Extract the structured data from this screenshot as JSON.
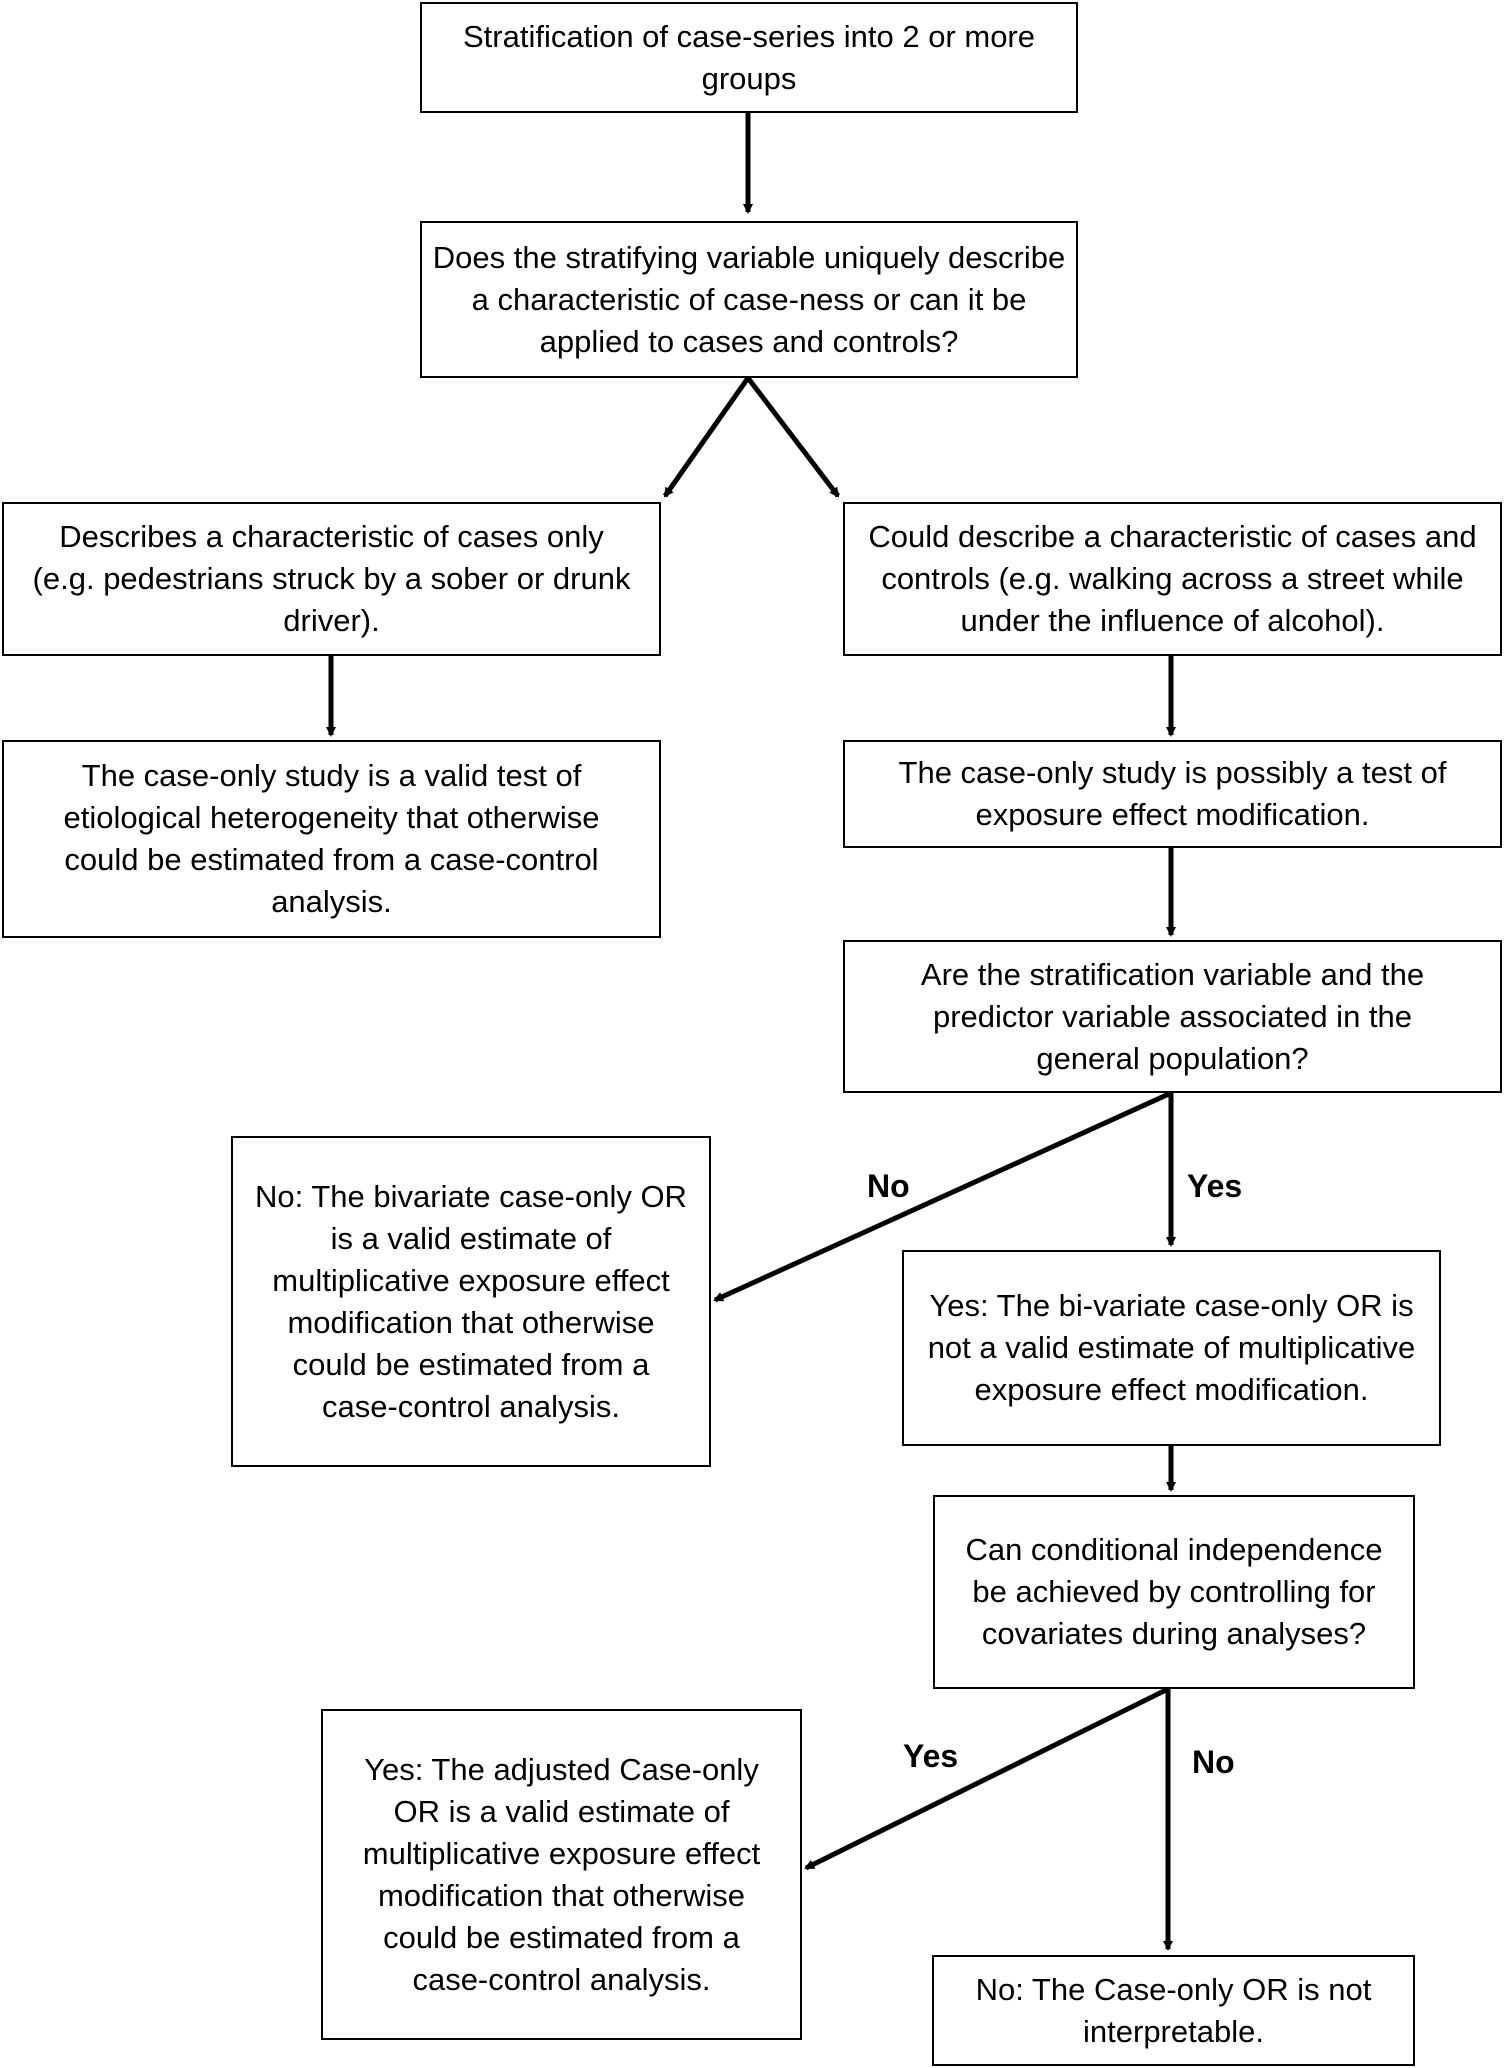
{
  "nodes": {
    "stratification": "Stratification of case-series into 2 or more groups",
    "question_variable": "Does the stratifying variable uniquely describe a characteristic of case-ness or can it be applied to cases and controls?",
    "cases_only": "Describes a characteristic of cases only (e.g. pedestrians struck by a sober or drunk driver).",
    "cases_and_controls": "Could describe a characteristic of cases and controls (e.g. walking across a street while under the influence of alcohol).",
    "valid_heterogeneity": "The case-only study is a valid test of etiological heterogeneity that otherwise could be estimated from a case-control analysis.",
    "possible_modification": "The case-only study is possibly a test of exposure effect modification.",
    "question_association": "Are the stratification variable and the predictor variable associated in the general population?",
    "no_bivariate_valid": "No: The bivariate case-only OR is a valid estimate of multiplicative exposure effect modification that otherwise could be estimated from a case-control analysis.",
    "yes_bivariate_invalid": "Yes: The bi-variate case-only OR is not a valid estimate of multiplicative exposure effect modification.",
    "question_conditional": "Can conditional independence be achieved by controlling for covariates during analyses?",
    "yes_adjusted_valid": "Yes:  The adjusted Case-only OR is a valid estimate of multiplicative exposure effect modification that otherwise could be estimated from a case-control analysis.",
    "no_not_interpretable": "No:  The Case-only OR is not interpretable."
  },
  "edge_labels": {
    "association_no": "No",
    "association_yes": "Yes",
    "conditional_yes": "Yes",
    "conditional_no": "No"
  }
}
